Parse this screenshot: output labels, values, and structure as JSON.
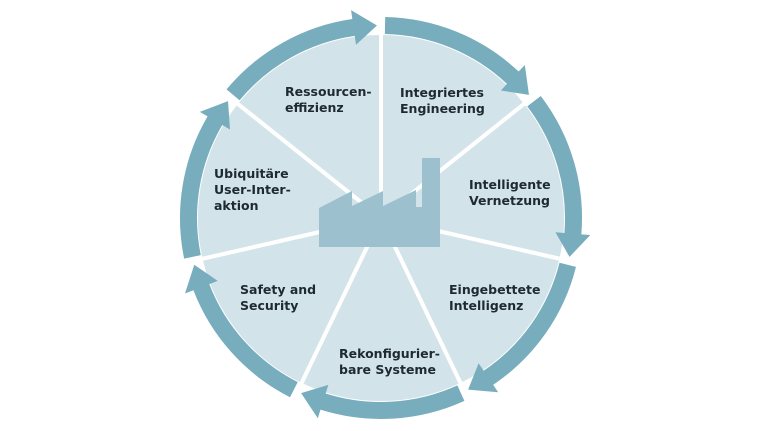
{
  "diagram": {
    "center_icon": "factory-icon",
    "colors": {
      "ring": "#77adbd",
      "sector": "#d3e3ea",
      "factory": "#9dc0ce",
      "divider": "#ffffff",
      "text": "#1e2a30"
    },
    "segments": [
      {
        "lines": [
          "Integriertes",
          "Engineering"
        ]
      },
      {
        "lines": [
          "Intelligente",
          "Vernetzung"
        ]
      },
      {
        "lines": [
          "Eingebettete",
          "Intelligenz"
        ]
      },
      {
        "lines": [
          "Rekonfigurier-",
          "bare Systeme"
        ]
      },
      {
        "lines": [
          "Safety and",
          "Security"
        ]
      },
      {
        "lines": [
          "Ubiquitäre",
          "User-Inter-",
          "aktion"
        ]
      },
      {
        "lines": [
          "Ressourcen-",
          "effizienz"
        ]
      }
    ]
  }
}
